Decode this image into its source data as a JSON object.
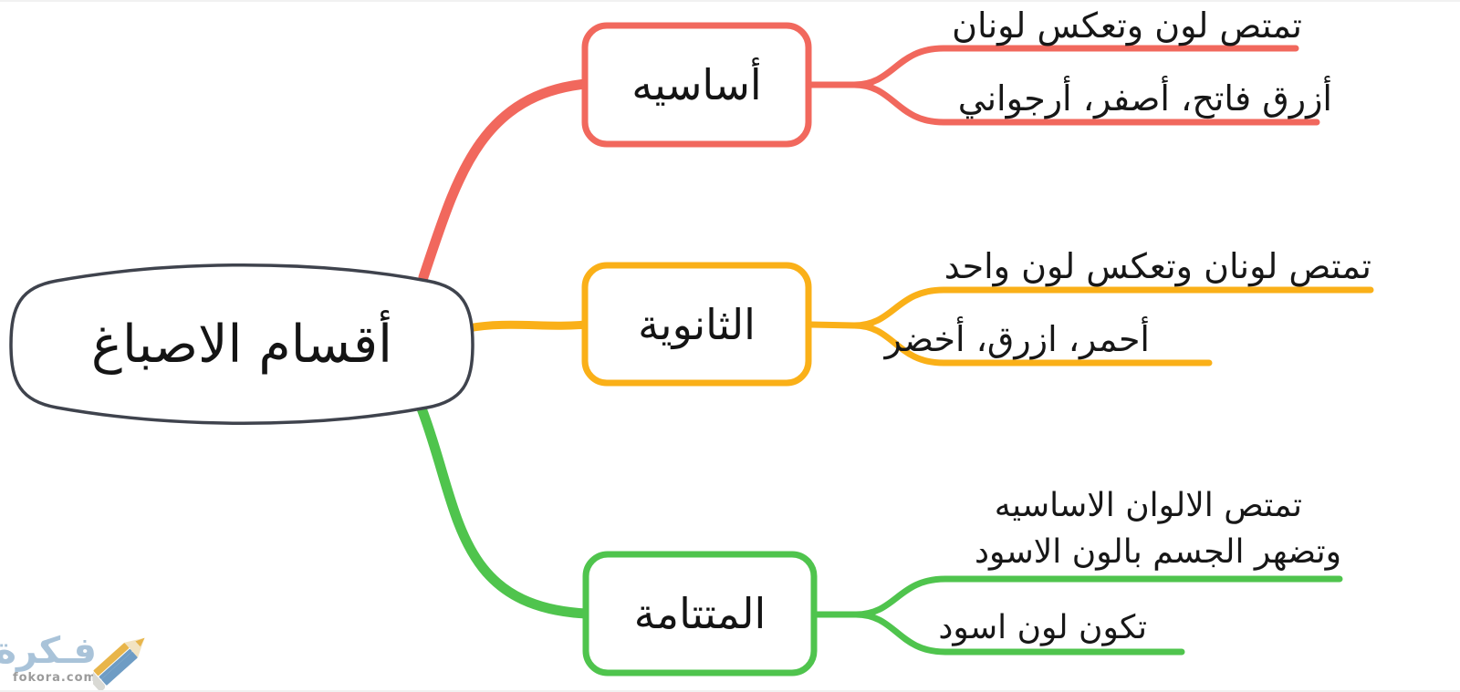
{
  "colors": {
    "red": "#F1685D",
    "yellow": "#FAB018",
    "green": "#4FC44D",
    "node_border": "#3F434D",
    "text": "#171717",
    "watermark_blue": "#A9C3D9",
    "watermark_grey": "#9B9B9B",
    "pencil_blue": "#6E9CC4",
    "pencil_gold": "#E8B54A",
    "pencil_wood": "#F2E3C1"
  },
  "root": {
    "label": "أقسام الاصباغ"
  },
  "branches": [
    {
      "id": "primary",
      "label": "أساسيه",
      "leaf1": "تمتص لون وتعكس لونان",
      "leaf2": "أزرق فاتح، أصفر، أرجواني"
    },
    {
      "id": "secondary",
      "label": "الثانوية",
      "leaf1": "تمتص لونان وتعكس لون واحد",
      "leaf2": "أحمر، ازرق، أخضر"
    },
    {
      "id": "complementary",
      "label": "المتتامة",
      "leaf1_line1": "تمتص الالوان الاساسيه",
      "leaf1_line2": "وتضهر الجسم بالون الاسود",
      "leaf2": "تكون لون اسود"
    }
  ],
  "watermark": {
    "name": "فـكرة",
    "domain": "fokora.com"
  }
}
